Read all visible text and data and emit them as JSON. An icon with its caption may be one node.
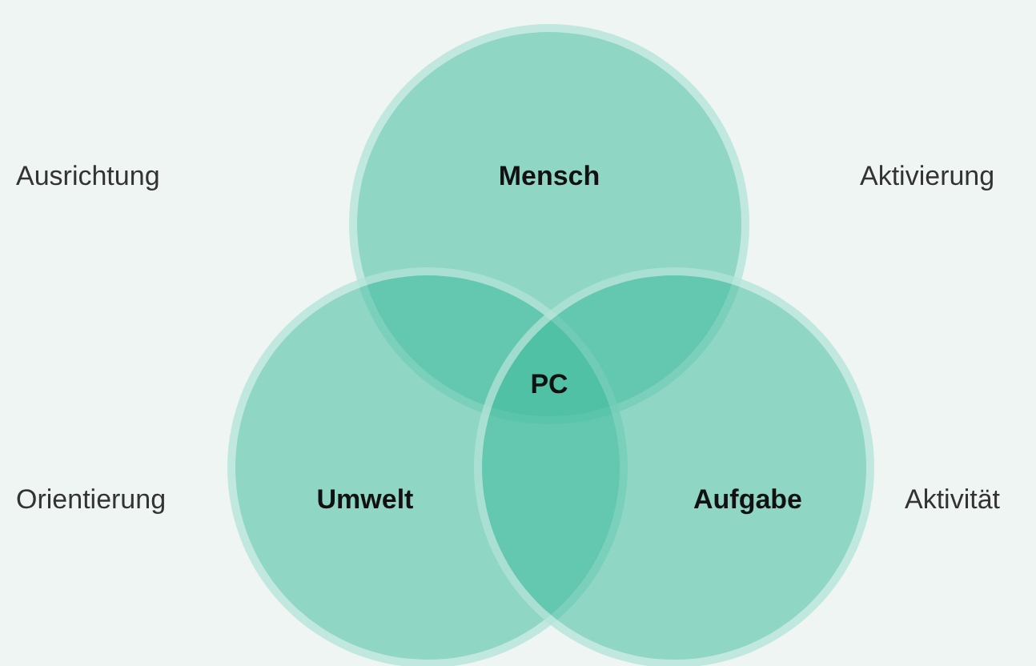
{
  "diagram": {
    "nodes": [
      {
        "text": [
          "Mensch"
        ]
      },
      {
        "text": [
          "Umwelt"
        ]
      },
      {
        "text": [
          "Aufgabe"
        ]
      }
    ],
    "labels": [
      "Ausrichtung",
      "Aktivierung",
      "PC",
      "Orientierung",
      "Aktivität"
    ]
  }
}
